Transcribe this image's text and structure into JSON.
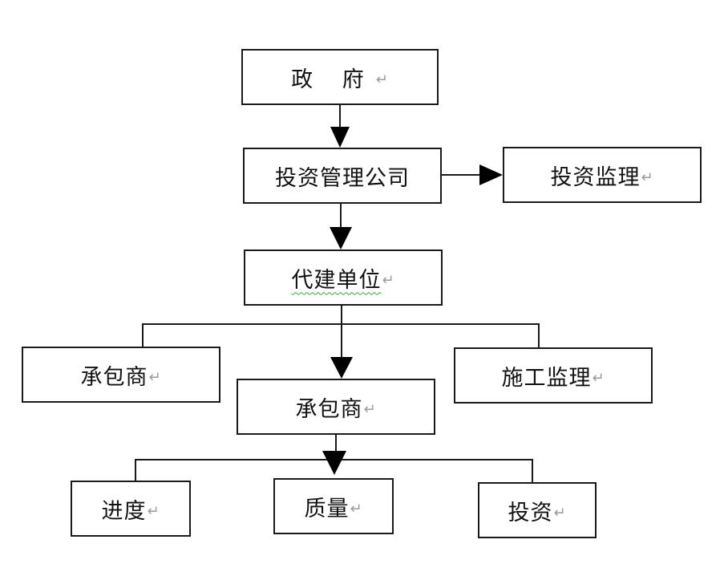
{
  "diagram": {
    "nodes": {
      "government": {
        "text": "政 府",
        "mark": "↵"
      },
      "investment_mgmt_company": {
        "text": "投资管理公司"
      },
      "investment_supervision": {
        "text": "投资监理",
        "mark": "↵"
      },
      "agent_unit": {
        "text": "代建单位",
        "mark": "↵"
      },
      "contractor_left": {
        "text": "承包商",
        "mark": "↵"
      },
      "contractor_center": {
        "text": "承包商",
        "mark": "↵"
      },
      "construction_supervision": {
        "text": "施工监理",
        "mark": "↵"
      },
      "progress": {
        "text": "进度",
        "mark": "↵"
      },
      "quality": {
        "text": "质量",
        "mark": "↵"
      },
      "investment": {
        "text": "投资",
        "mark": "↵"
      }
    },
    "edges": [
      {
        "from": "government",
        "to": "investment_mgmt_company",
        "arrow": true
      },
      {
        "from": "investment_mgmt_company",
        "to": "investment_supervision",
        "arrow": true
      },
      {
        "from": "investment_mgmt_company",
        "to": "agent_unit",
        "arrow": true
      },
      {
        "from": "agent_unit",
        "to": "contractor_center",
        "arrow": true
      },
      {
        "from": "agent_unit",
        "to": "contractor_left",
        "arrow": false
      },
      {
        "from": "agent_unit",
        "to": "construction_supervision",
        "arrow": false
      },
      {
        "from": "contractor_center",
        "to": "progress",
        "arrow": false
      },
      {
        "from": "contractor_center",
        "to": "quality",
        "arrow": true
      },
      {
        "from": "contractor_center",
        "to": "investment",
        "arrow": false
      }
    ],
    "colors": {
      "line": "#1a1a1a",
      "text": "#111111",
      "return_mark": "#9a9a9a",
      "spellcheck_underline": "#3aa53a"
    }
  }
}
